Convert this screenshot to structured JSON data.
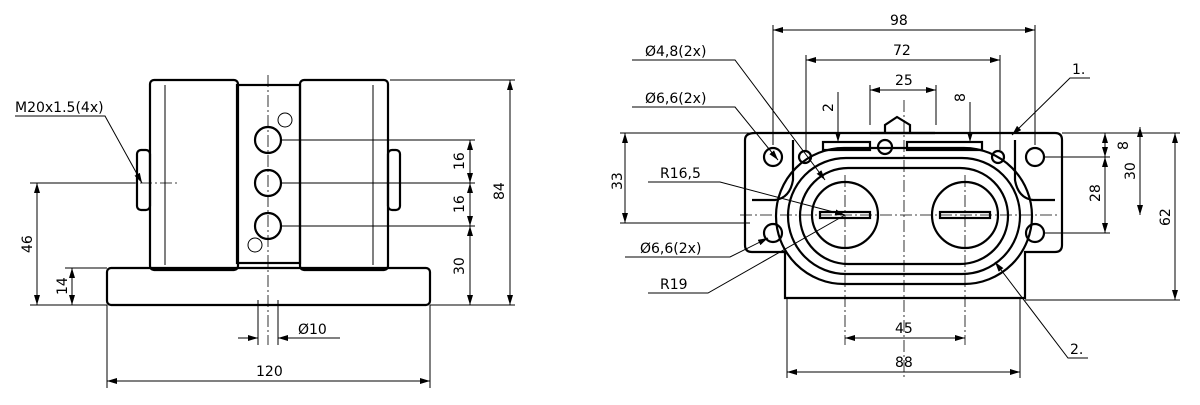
{
  "front_view": {
    "thread_label": "M20x1.5(4x)",
    "dims": {
      "overall_width": "120",
      "overall_height": "84",
      "hole_pitch_upper": "16",
      "hole_pitch_lower": "16",
      "hole_height": "30",
      "gland_height": "46",
      "flange_height": "14",
      "hole_diameter": "Ø10"
    }
  },
  "top_view": {
    "dims": {
      "width_98": "98",
      "width_72": "72",
      "width_25": "25",
      "dim_2": "2",
      "dim_8_top": "8",
      "height_33": "33",
      "dim_8_right": "8",
      "height_30": "30",
      "height_28": "28",
      "height_62": "62",
      "pitch_45": "45",
      "width_88": "88"
    },
    "callouts": {
      "hole_48": "Ø4,8(2x)",
      "hole_66_top": "Ø6,6(2x)",
      "radius_165": "R16,5",
      "hole_66_bottom": "Ø6,6(2x)",
      "radius_19": "R19",
      "item_1": "1.",
      "item_2": "2."
    }
  }
}
